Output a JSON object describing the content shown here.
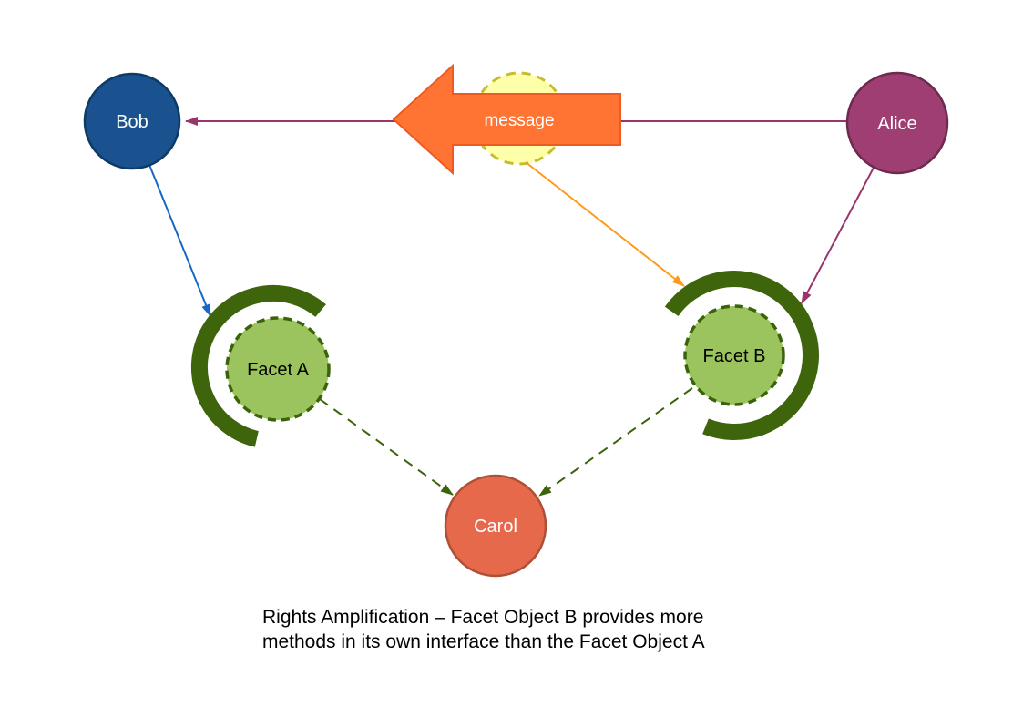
{
  "diagram": {
    "background_color": "#ffffff",
    "nodes": {
      "bob": {
        "label": "Bob",
        "fill": "#19528f",
        "stroke": "#0e3a66",
        "text_color": "#ffffff"
      },
      "alice": {
        "label": "Alice",
        "fill": "#9e3e72",
        "stroke": "#6d2a4e",
        "text_color": "#ffffff"
      },
      "carol": {
        "label": "Carol",
        "fill": "#e7694c",
        "stroke": "#ae4f37",
        "text_color": "#ffffff"
      },
      "facet_a": {
        "label": "Facet A",
        "fill": "#9cc45e",
        "stroke": "#3b630a",
        "text_color": "#000000"
      },
      "facet_b": {
        "label": "Facet B",
        "fill": "#9cc45e",
        "stroke": "#3b630a",
        "text_color": "#000000"
      }
    },
    "message_arrow": {
      "label": "message",
      "fill": "#ff7433",
      "stroke": "#ee5b22",
      "text_color": "#ffffff"
    },
    "capability_token": {
      "fill": "#ffffaa",
      "stroke": "#c6be2c"
    },
    "guard_arc_color": "#3e640c",
    "edges": {
      "alice_to_bob": {
        "color": "#9a356b",
        "style": "solid"
      },
      "bob_to_facet_a": {
        "color": "#1568c4",
        "style": "solid"
      },
      "message_to_facet_b": {
        "color": "#ff9a1a",
        "style": "solid"
      },
      "alice_to_facet_b": {
        "color": "#9a356b",
        "style": "solid"
      },
      "facet_a_to_carol": {
        "color": "#3b630a",
        "style": "dashed"
      },
      "facet_b_to_carol": {
        "color": "#3b630a",
        "style": "dashed"
      }
    },
    "caption": {
      "line1": "Rights Amplification – Facet Object B provides more",
      "line2": "methods in its own interface than the Facet Object A",
      "color": "#000000"
    }
  }
}
